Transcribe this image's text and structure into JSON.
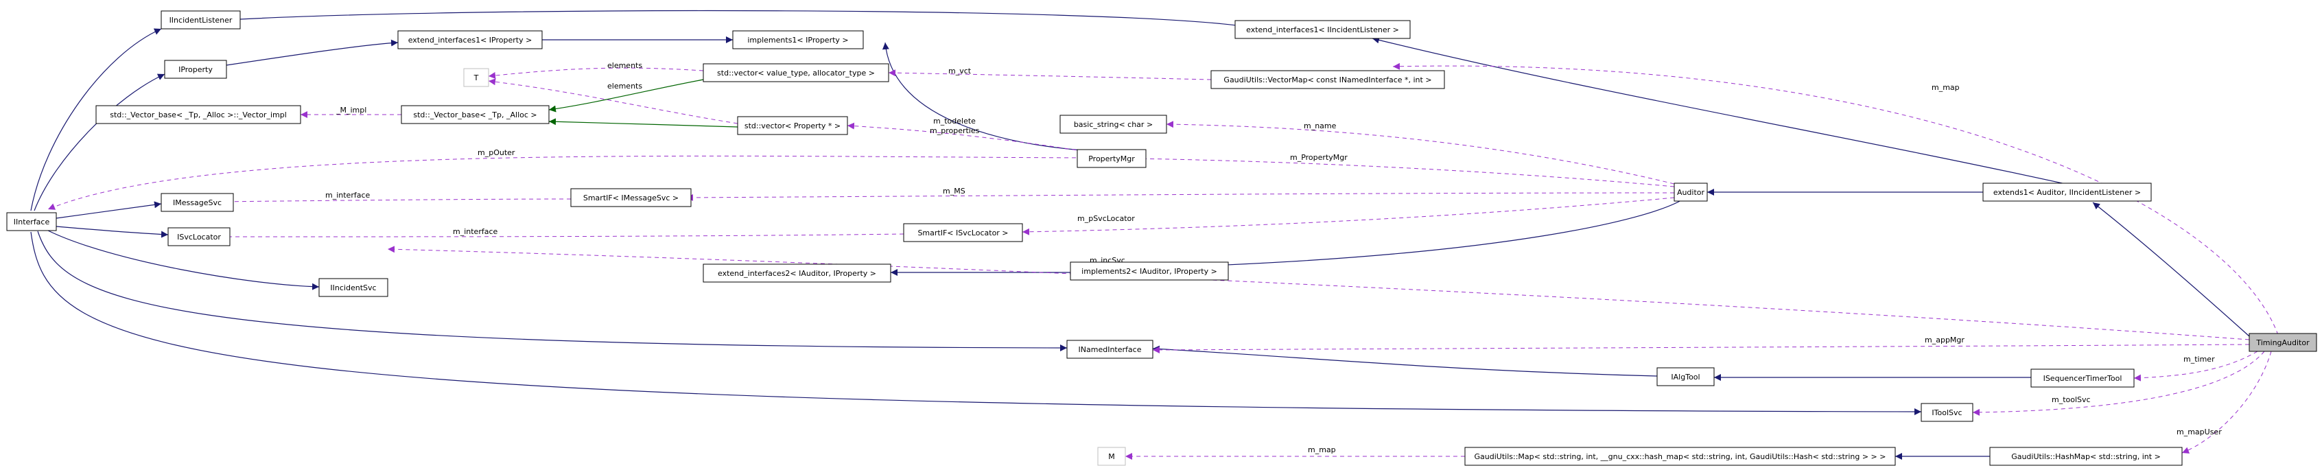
{
  "diagram": {
    "nodes": {
      "iincidentlistener": "IIncidentListener",
      "extend_interfaces1_iproperty": "extend_interfaces1< IProperty >",
      "implements1_iproperty": "implements1< IProperty >",
      "extend_interfaces1_iincidentlistener": "extend_interfaces1< IIncidentListener >",
      "iproperty": "IProperty",
      "t": "T",
      "vector_value_type": "std::vector< value_type, allocator_type >",
      "gaudiutils_vectormap": "GaudiUtils::VectorMap< const INamedInterface *, int >",
      "vector_base_impl": "std::_Vector_base< _Tp, _Alloc >::_Vector_impl",
      "vector_base": "std::_Vector_base< _Tp, _Alloc >",
      "vector_property": "std::vector< Property * >",
      "basic_string_char": "basic_string< char >",
      "propertymgr": "PropertyMgr",
      "interface": "IInterface",
      "imessagesvc": "IMessageSvc",
      "smartif_imessagesvc": "SmartIF< IMessageSvc >",
      "auditor": "Auditor",
      "extends1_auditor": "extends1< Auditor, IIncidentListener >",
      "isvclocator": "ISvcLocator",
      "smartif_isvclocator": "SmartIF< ISvcLocator >",
      "extend_interfaces2": "extend_interfaces2< IAuditor, IProperty >",
      "implements2": "implements2< IAuditor, IProperty >",
      "iincidentsvc": "IIncidentSvc",
      "timingauditor": "TimingAuditor",
      "inamedinterface": "INamedInterface",
      "ialgtool": "IAlgTool",
      "isequencertimertool": "ISequencerTimerTool",
      "itoolsvc": "IToolSvc",
      "m": "M",
      "gaudiutils_map": "GaudiUtils::Map< std::string, int, __gnu_cxx::hash_map< std::string, int, GaudiUtils::Hash< std::string > > >",
      "gaudiutils_hashmap": "GaudiUtils::HashMap< std::string, int >"
    },
    "edge_labels": {
      "elements_1": "elements",
      "elements_2": "elements",
      "m_vct": "m_vct",
      "m_map_1": "m_map",
      "m_impl": "_M_impl",
      "m_name": "m_name",
      "m_todelete": "m_todelete",
      "m_properties": "m_properties",
      "m_propertymgr": "m_PropertyMgr",
      "m_pouter": "m_pOuter",
      "m_interface_1": "m_interface",
      "m_ms": "m_MS",
      "m_psvclocator": "m_pSvcLocator",
      "m_interface_2": "m_interface",
      "m_incsvc": "m_incSvc",
      "m_appmgr": "m_appMgr",
      "m_timer": "m_timer",
      "m_toolsvc": "m_toolSvc",
      "m_mapuser": "m_mapUser",
      "m_map_2": "m_map"
    }
  }
}
